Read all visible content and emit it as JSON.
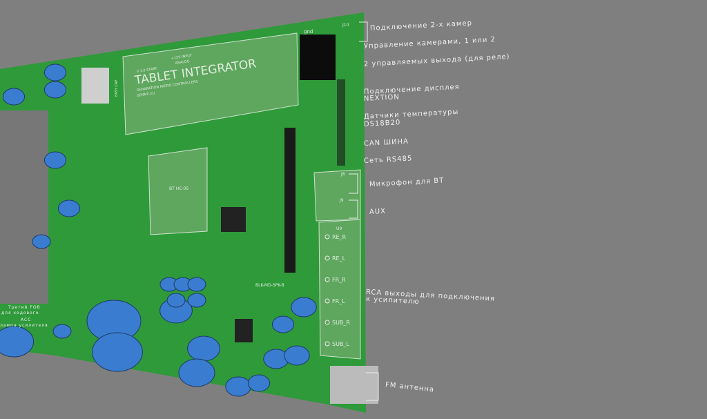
{
  "colors": {
    "background": "#7f7f7f",
    "board": "#2f9a3a",
    "board_light": "#5fa65f",
    "capacitor": "#3a7ccf",
    "connector": "#111111"
  },
  "board": {
    "title": "TABLET INTEGRATOR",
    "version": "V 1.0 START",
    "subtitle": "GENARATION MICRO CONTROLLERS",
    "site": "GENMC.EU",
    "input_label": "+12V INPUT",
    "analog_label": "ANALOG",
    "gnd": "gnd",
    "j10": "J10",
    "bt_module": "BT HC-05",
    "amp_module": "BLK-MD-SPK-B",
    "side_label": "EASY CAP",
    "rca": [
      "RE_R",
      "RE_L",
      "FR_R",
      "FR_L",
      "SUB_R",
      "SUB_L"
    ],
    "u9": "U9",
    "j8": "J8",
    "j9": "J9"
  },
  "annotations": [
    "Подключение 2-х камер",
    "Управление камерами, 1 или 2",
    "2 управляемых выхода (для реле)",
    "Подключение дисплея",
    "NEXTION",
    "Датчики температуры",
    "DS18B20",
    "CAN ШИНА",
    "Сеть RS485",
    "Микрофон для BT",
    "AUX",
    "RCA выходы для подключения",
    "к усилителю",
    "FM антенна"
  ],
  "left_labels": [
    "Третий FOB",
    "для ходового",
    "ACC",
    "лампа усилителя"
  ]
}
